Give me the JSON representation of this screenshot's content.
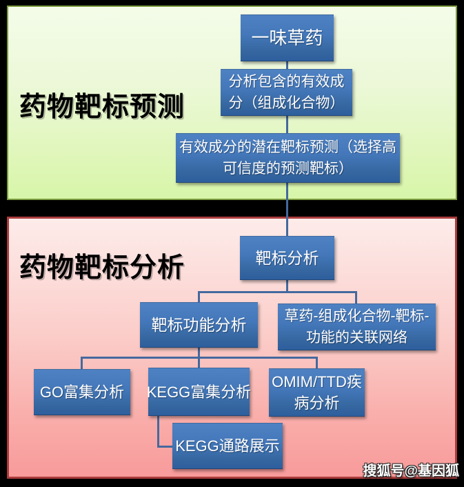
{
  "sections": {
    "prediction": {
      "title": "药物靶标预测"
    },
    "analysis": {
      "title": "药物靶标分析"
    }
  },
  "nodes": {
    "herb": {
      "label": "一味草药"
    },
    "ingredients": {
      "line1": "分析包含的有效成",
      "line2": "分（组成化合物）"
    },
    "target_prediction": {
      "line1": "有效成分的潜在靶标预测（选择高",
      "line2": "可信度的预测靶标）"
    },
    "target_analysis": {
      "label": "靶标分析"
    },
    "target_function": {
      "label": "靶标功能分析"
    },
    "association_network": {
      "line1": "草药-组成化合物-靶标-",
      "line2": "功能的关联网络"
    },
    "go_enrichment": {
      "label": "GO富集分析"
    },
    "kegg_enrichment": {
      "label": "KEGG富集分析"
    },
    "omim_ttd": {
      "line1": "OMIM/TTD疾",
      "line2": "病分析"
    },
    "kegg_pathway": {
      "label": "KEGG通路展示"
    }
  },
  "watermark": {
    "text": "搜狐号@基因狐"
  },
  "colors": {
    "background": "#000000",
    "node_gradient_top": "#4e82c3",
    "node_gradient_bottom": "#2d5e9e",
    "node_text": "#ffffff",
    "connector": "#44699e",
    "green_panel_top": "#f4fce9",
    "green_panel_bottom": "#d7f6a9",
    "green_panel_border": "#7d9c3e",
    "pink_panel_top": "#fdecea",
    "pink_panel_bottom": "#f89b9b",
    "pink_panel_border": "#ab3c3c",
    "title_text": "#000000"
  }
}
